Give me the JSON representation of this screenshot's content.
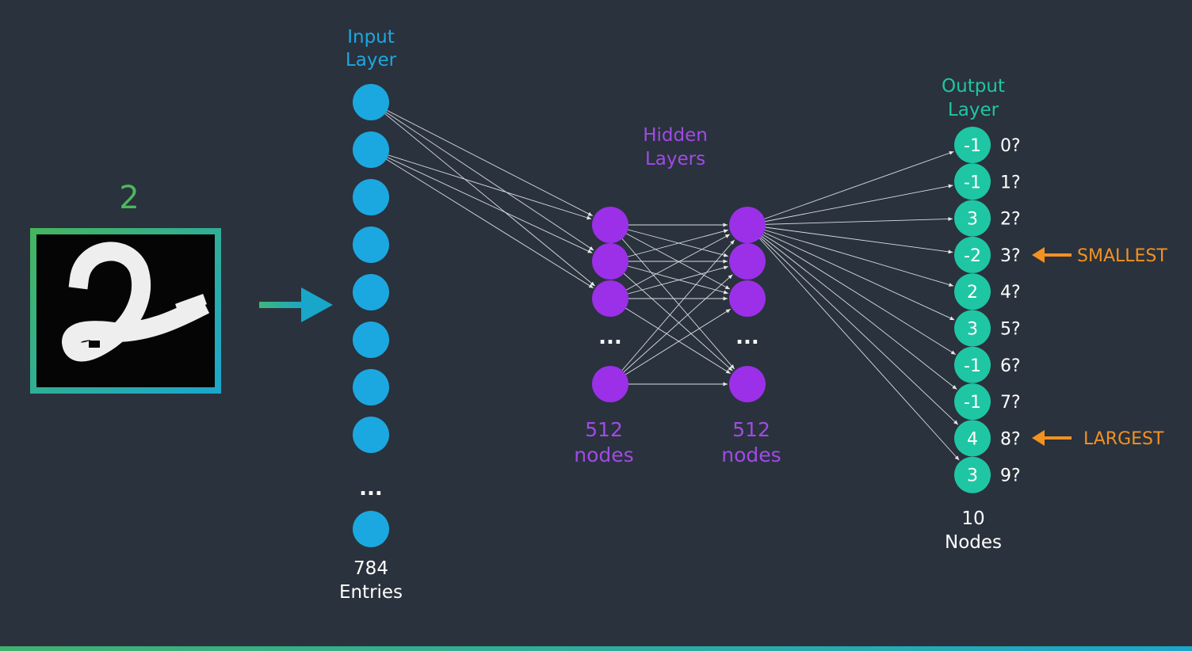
{
  "digit_label": "2",
  "input_layer": {
    "title_line1": "Input",
    "title_line2": "Layer",
    "count_line1": "784",
    "count_line2": "Entries",
    "ellipsis": "..."
  },
  "hidden_layers": {
    "title_line1": "Hidden",
    "title_line2": "Layers",
    "layer1_count": "512",
    "layer1_unit": "nodes",
    "layer2_count": "512",
    "layer2_unit": "nodes",
    "ellipsis": "..."
  },
  "output_layer": {
    "title_line1": "Output",
    "title_line2": "Layer",
    "count_line1": "10",
    "count_line2": "Nodes",
    "nodes": [
      {
        "value": "-1",
        "label": "0?"
      },
      {
        "value": "-1",
        "label": "1?"
      },
      {
        "value": "3",
        "label": "2?"
      },
      {
        "value": "-2",
        "label": "3?"
      },
      {
        "value": "2",
        "label": "4?"
      },
      {
        "value": "3",
        "label": "5?"
      },
      {
        "value": "-1",
        "label": "6?"
      },
      {
        "value": "-1",
        "label": "7?"
      },
      {
        "value": "4",
        "label": "8?"
      },
      {
        "value": "3",
        "label": "9?"
      }
    ]
  },
  "annotations": {
    "smallest": "SMALLEST",
    "largest": "LARGEST"
  },
  "colors": {
    "background": "#2a323d",
    "input_node": "#1ba8e0",
    "hidden_node": "#9b30e8",
    "output_node": "#1fc6a3",
    "digit_label": "#4cb85c",
    "annotation": "#f39121",
    "input_title": "#1ba8e0",
    "hidden_title": "#a14ae6",
    "output_title": "#1fc6a3"
  }
}
